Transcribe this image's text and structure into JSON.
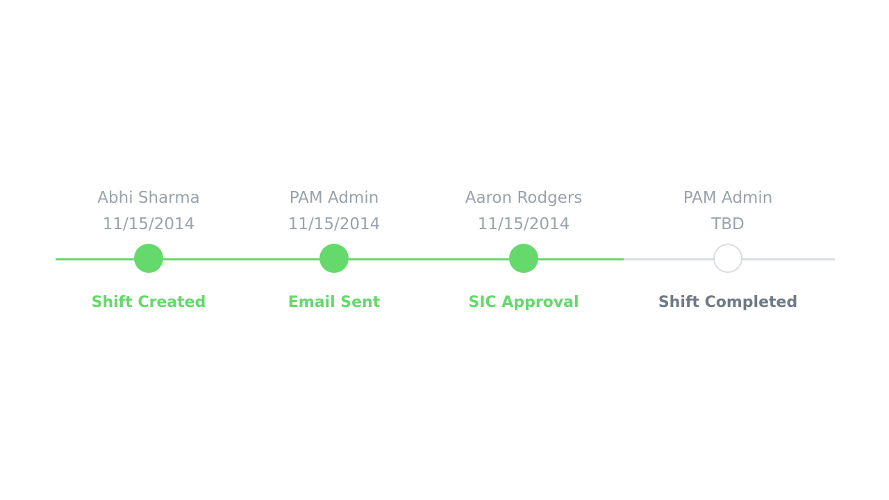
{
  "timeline": {
    "steps": [
      {
        "name": "Abhi Sharma",
        "date": "11/15/2014",
        "label": "Shift Created",
        "status": "completed"
      },
      {
        "name": "PAM Admin",
        "date": "11/15/2014",
        "label": "Email Sent",
        "status": "completed"
      },
      {
        "name": "Aaron Rodgers",
        "date": "11/15/2014",
        "label": "SIC Approval",
        "status": "completed"
      },
      {
        "name": "PAM Admin",
        "date": "TBD",
        "label": "Shift Completed",
        "status": "pending"
      }
    ]
  },
  "colors": {
    "completed": "#65d96c",
    "pending_line": "#d9dde1",
    "pending_label": "#6f7b87",
    "meta_text": "#9aa2ab"
  }
}
